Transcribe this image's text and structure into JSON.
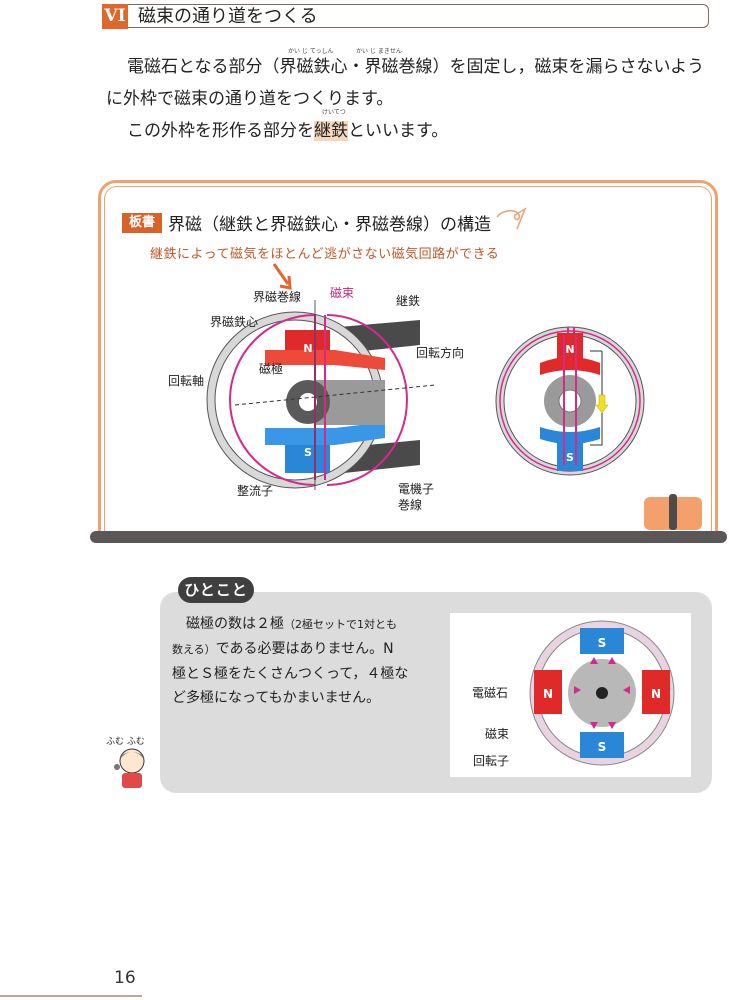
{
  "section": {
    "number": "VI",
    "title": "磁束の通り道をつくる"
  },
  "body": {
    "paragraph1_line1": "電磁石となる部分（界磁鉄心・界磁巻線）を固定し，磁束を漏らさないよう",
    "paragraph1_line2": "に外枠で磁束の通り道をつくります。",
    "ruby1": "かい じ てっしん",
    "ruby2": "かい じ まきせん",
    "paragraph2_before": "この外枠を形作る部分を",
    "paragraph2_term": "継鉄",
    "paragraph2_term_ruby": "けいてつ",
    "paragraph2_after": "といいます。"
  },
  "board": {
    "tag": "板書",
    "title": "界磁（継鉄と界磁鉄心・界磁巻線）の構造",
    "note": "継鉄によって磁気をほとんど逃がさない磁気回路ができる",
    "figure1_labels": {
      "field_winding": "界磁巻線",
      "flux": "磁束",
      "yoke": "継鉄",
      "field_core": "界磁鉄心",
      "pole": "磁極",
      "rotation_direction": "回転方向",
      "shaft": "回転軸",
      "commutator": "整流子",
      "armature_winding_1": "電機子",
      "armature_winding_2": "巻線",
      "pole_n": "N",
      "pole_s": "S"
    },
    "figure2_labels": {
      "pole_n": "N",
      "pole_s": "S"
    },
    "colors": {
      "north": "#e02a2a",
      "south": "#2a86d6",
      "flux": "#d42a8c",
      "board_border": "#f0a26e",
      "tray": "#5b5757"
    }
  },
  "hitokoto": {
    "badge": "ひとこと",
    "line1_a": "磁極の数は２極",
    "line1_b": "（2極セットで1対とも",
    "line2_a": "数える）",
    "line2_b": "である必要はありません。N",
    "line3": "極とＳ極をたくさんつくって，４極な",
    "line4": "ど多極になってもかまいません。",
    "figure_labels": {
      "electromagnet": "電磁石",
      "flux": "磁束",
      "rotor": "回転子",
      "n": "N",
      "s": "S"
    },
    "character_caption": "ふむ ふむ"
  },
  "footer": {
    "page_number": "16"
  }
}
